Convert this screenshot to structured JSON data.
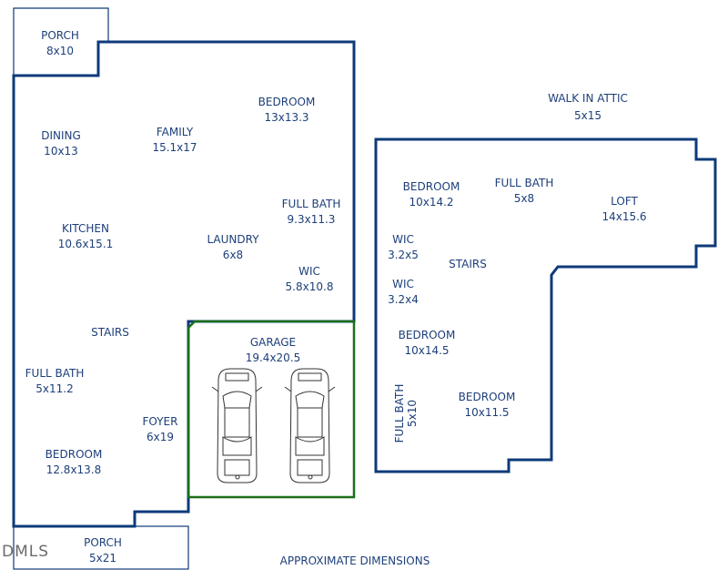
{
  "rooms": {
    "porch_top": {
      "name": "PORCH",
      "dim": "8x10"
    },
    "dining": {
      "name": "DINING",
      "dim": "10x13"
    },
    "family": {
      "name": "FAMILY",
      "dim": "15.1x17"
    },
    "bedroom_main": {
      "name": "BEDROOM",
      "dim": "13x13.3"
    },
    "full_bath_main": {
      "name": "FULL BATH",
      "dim": "9.3x11.3"
    },
    "kitchen": {
      "name": "KITCHEN",
      "dim": "10.6x15.1"
    },
    "laundry": {
      "name": "LAUNDRY",
      "dim": "6x8"
    },
    "wic_main": {
      "name": "WIC",
      "dim": "5.8x10.8"
    },
    "stairs_main": {
      "name": "STAIRS"
    },
    "garage": {
      "name": "GARAGE",
      "dim": "19.4x20.5"
    },
    "full_bath_left": {
      "name": "FULL BATH",
      "dim": "5x11.2"
    },
    "foyer": {
      "name": "FOYER",
      "dim": "6x19"
    },
    "bedroom_left": {
      "name": "BEDROOM",
      "dim": "12.8x13.8"
    },
    "porch_bottom": {
      "name": "PORCH",
      "dim": "5x21"
    },
    "walk_in_attic": {
      "name": "WALK IN ATTIC",
      "dim": "5x15"
    },
    "bedroom_up1": {
      "name": "BEDROOM",
      "dim": "10x14.2"
    },
    "full_bath_up": {
      "name": "FULL BATH",
      "dim": "5x8"
    },
    "loft": {
      "name": "LOFT",
      "dim": "14x15.6"
    },
    "wic_up1": {
      "name": "WIC",
      "dim": "3.2x5"
    },
    "stairs_up": {
      "name": "STAIRS"
    },
    "wic_up2": {
      "name": "WIC",
      "dim": "3.2x4"
    },
    "bedroom_up2": {
      "name": "BEDROOM",
      "dim": "10x14.5"
    },
    "full_bath_vert": {
      "name": "FULL BATH",
      "dim": "5x10"
    },
    "bedroom_up3": {
      "name": "BEDROOM",
      "dim": "10x11.5"
    }
  },
  "footer": "APPROXIMATE DIMENSIONS",
  "logo": "DMLS",
  "colors": {
    "wall": "#0d3a7a",
    "garage_wall": "#1b6e1b",
    "text": "#1d3f7a"
  }
}
